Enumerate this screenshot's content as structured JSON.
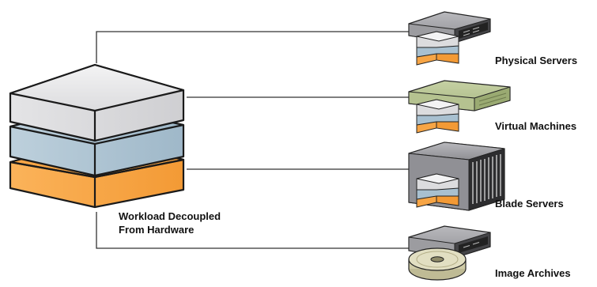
{
  "caption": {
    "line1": "Workload Decoupled",
    "line2": "From Hardware"
  },
  "targets": [
    {
      "label": "Physical Servers",
      "icon": "rack-server-icon"
    },
    {
      "label": "Virtual Machines",
      "icon": "virtual-machine-icon"
    },
    {
      "label": "Blade Servers",
      "icon": "blade-server-icon"
    },
    {
      "label": "Image Archives",
      "icon": "image-archive-icon"
    }
  ],
  "colors": {
    "connector": "#333333",
    "stack_top": "#e3e3e5",
    "stack_middle": "#a8c0d0",
    "stack_bottom": "#f7a545",
    "vm_chassis": "#b5c290",
    "server_chassis": "#8c8c90",
    "disk": "#d6d3b2"
  }
}
